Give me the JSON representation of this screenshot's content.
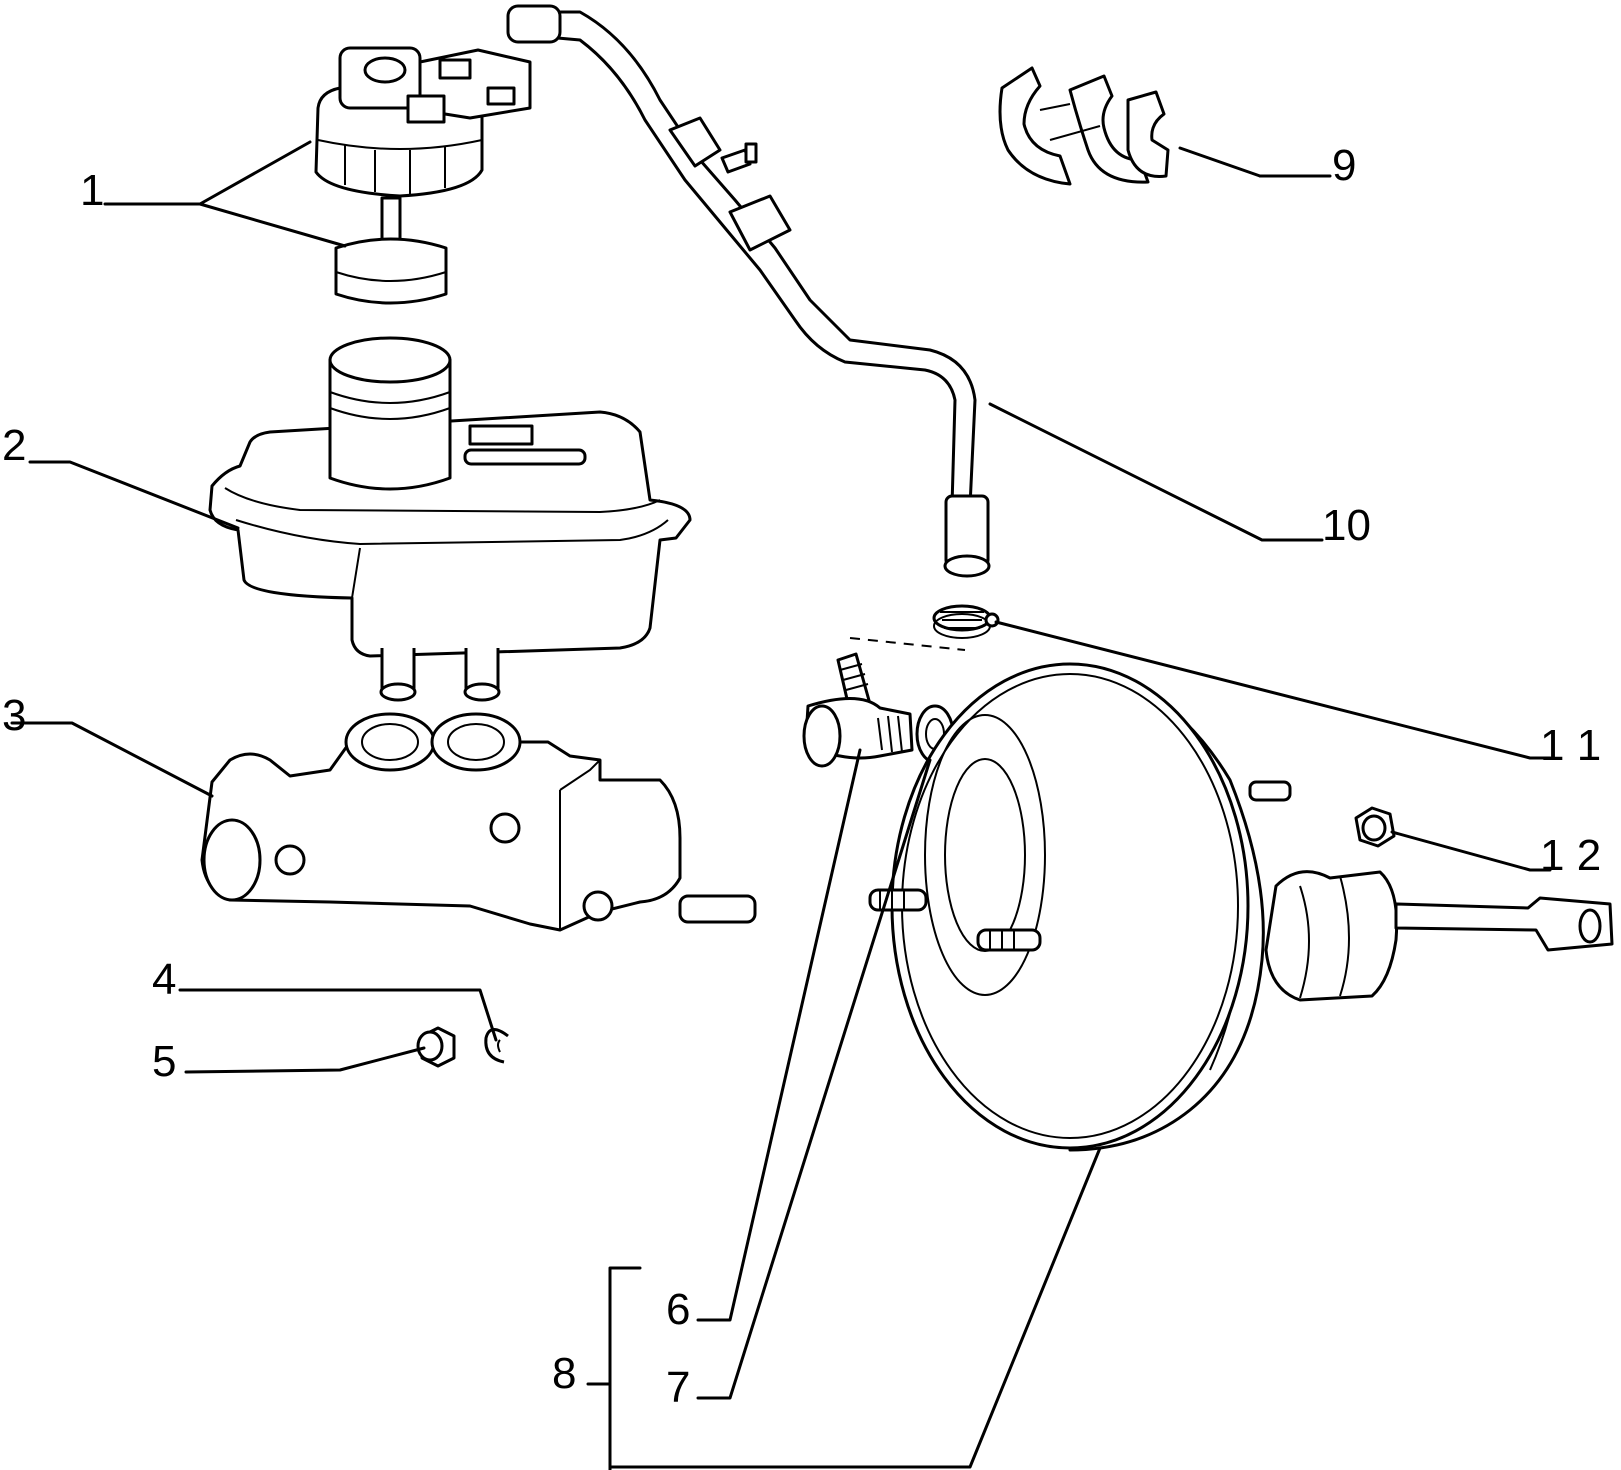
{
  "diagram": {
    "callouts": {
      "c1": "1",
      "c2": "2",
      "c3": "3",
      "c4": "4",
      "c5": "5",
      "c6": "6",
      "c7": "7",
      "c8": "8",
      "c9": "9",
      "c10": "10",
      "c11": "1 1",
      "c12": "1 2"
    }
  }
}
